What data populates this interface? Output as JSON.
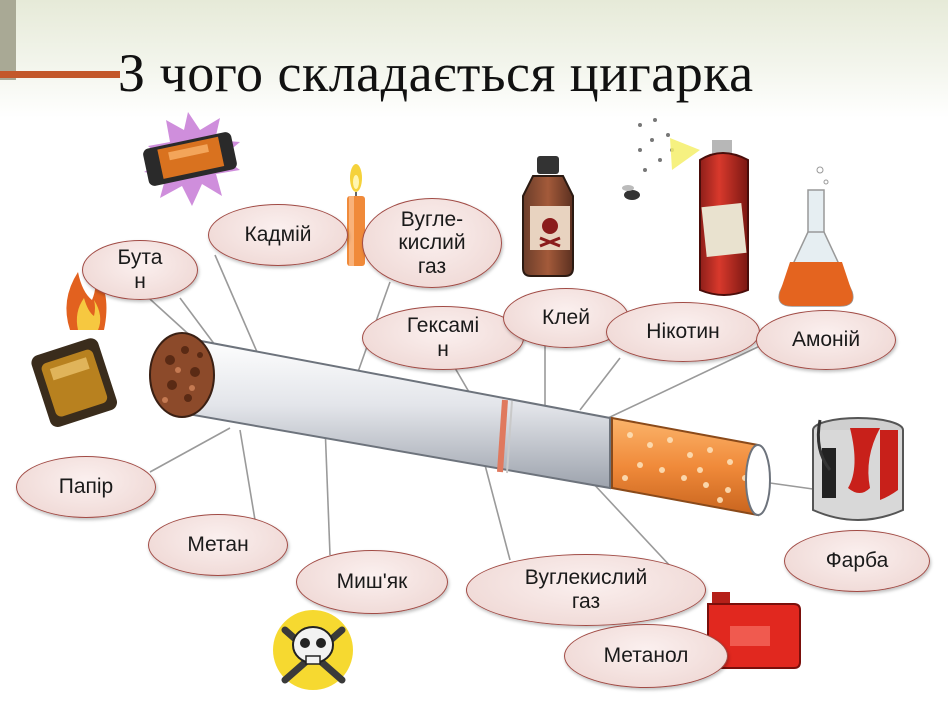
{
  "title": "З чого складається цигарка",
  "labels": {
    "butane": "Бута\nн",
    "cadmium": "Кадмій",
    "carbon_dioxide_top": "Вугле-\nкислий\nгаз",
    "hexamine": "Гексамі\nн",
    "glue": "Клей",
    "nicotine": "Нікотин",
    "ammonium": "Амоній",
    "paper": "Папір",
    "methane": "Метан",
    "arsenic": "Миш'як",
    "carbon_dioxide_bottom": "Вуглекислий\nгаз",
    "methanol": "Метанол",
    "paint": "Фарба"
  },
  "colors": {
    "label_border": "#a14b45",
    "label_fill": "#f1dcd9",
    "accent": "#c3582a",
    "filter": "#f08a3a"
  }
}
